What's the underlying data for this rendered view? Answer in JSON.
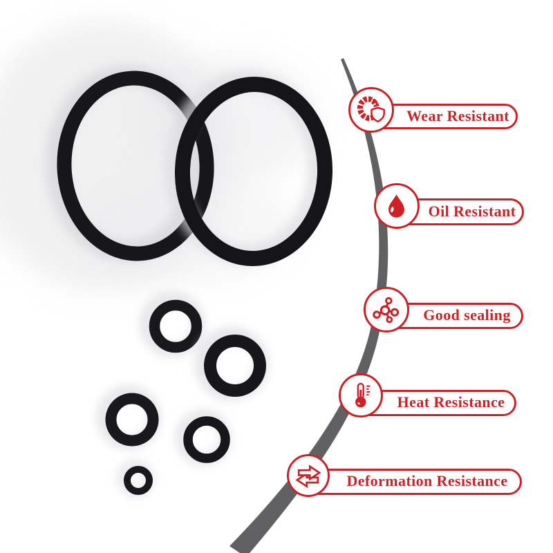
{
  "image": {
    "kind": "product-marketing-photo"
  },
  "colors": {
    "accent_red": "#ce2127",
    "arc_gray": "#616164",
    "ring_black": "#17171b",
    "background": "#ffffff"
  },
  "features": [
    {
      "label": "Wear Resistant",
      "icon": "tire-shield-icon"
    },
    {
      "label": "Oil Resistant",
      "icon": "oil-drop-icon"
    },
    {
      "label": "Good sealing",
      "icon": "molecule-icon"
    },
    {
      "label": "Heat Resistance",
      "icon": "thermometer-icon"
    },
    {
      "label": "Deformation Resistance",
      "icon": "double-arrow-icon"
    }
  ],
  "product_photo": {
    "large_o_rings": 2,
    "small_o_rings": 5
  }
}
